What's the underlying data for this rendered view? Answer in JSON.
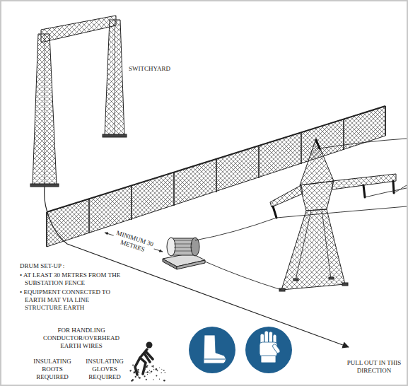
{
  "diagram": {
    "labels": [
      "SWITCHYARD",
      "MINIMUM 30 METRES",
      "DRUM SET-UP :",
      "• AT LEAST 30 METRES FROM THE SUBSTATION FENCE",
      "• EQUIPMENT CONNECTED TO EARTH MAT VIA LINE STRUCTURE EARTH",
      "FOR HANDLING CONDUCTOR/OVERHEAD EARTH WIRES",
      "INSULATING BOOTS REQUIRED",
      "INSULATING GLOVES REQUIRED",
      "PULL OUT IN THIS DIRECTION"
    ]
  }
}
